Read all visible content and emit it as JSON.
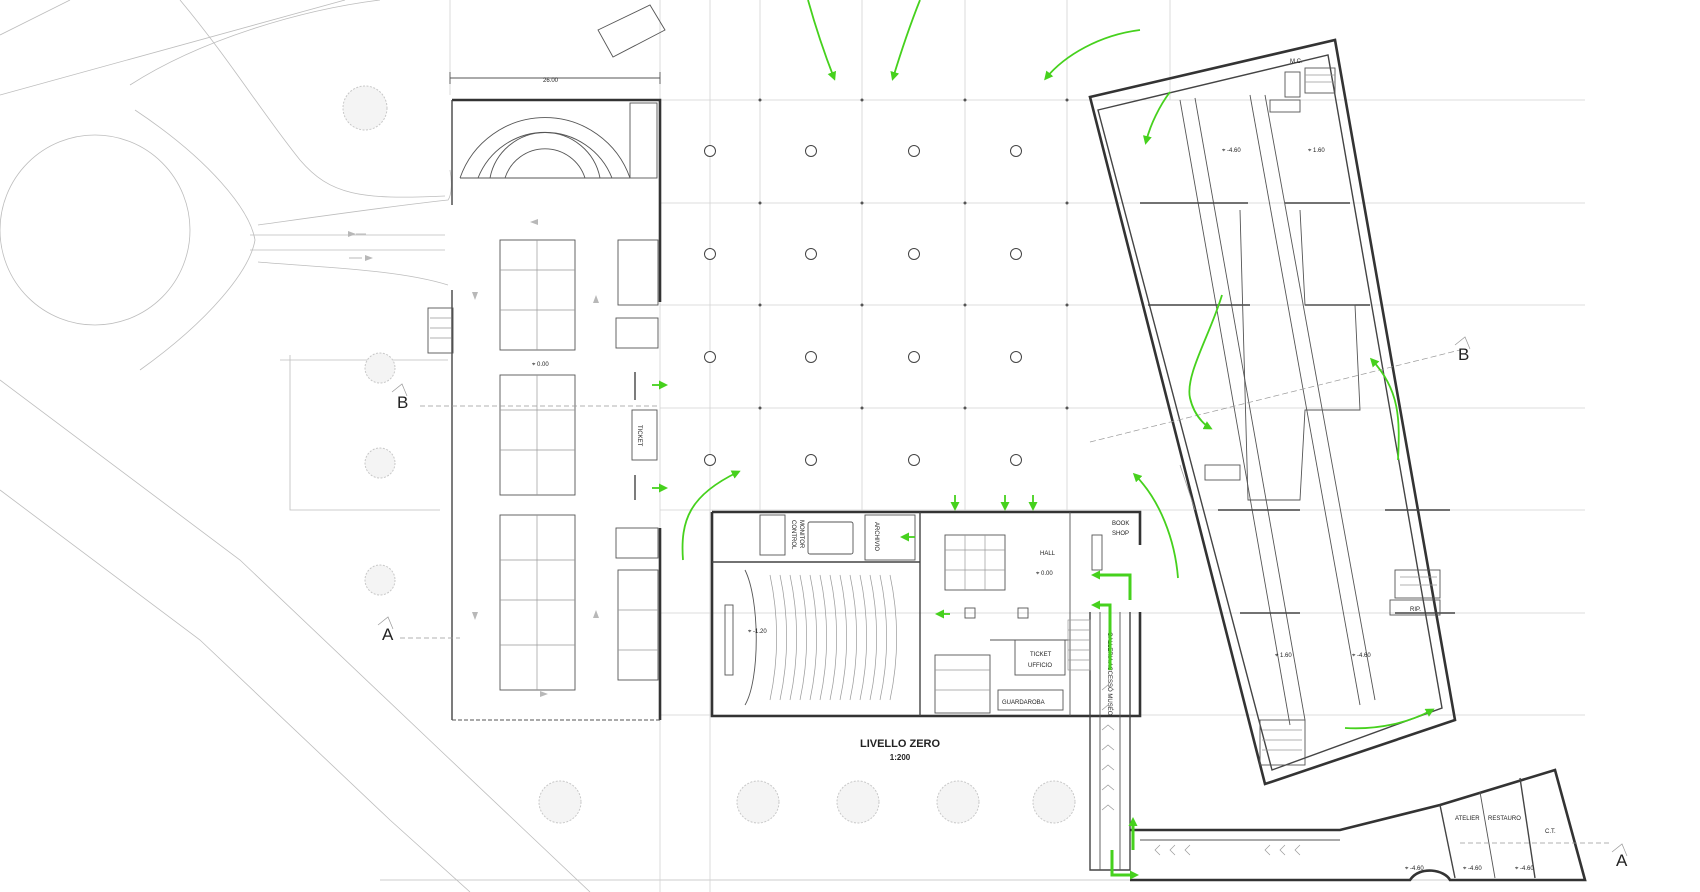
{
  "drawing": {
    "title": "LIVELLO ZERO",
    "scale": "1:200",
    "dimension": "26.00"
  },
  "section_marks": {
    "b_left": "B",
    "b_right": "B",
    "a_left": "A",
    "a_right": "A"
  },
  "rooms": {
    "ticket_parking": "TICKET",
    "monitor_control": "MONITOR CONTROL",
    "archivio": "ARCHIVIO",
    "hall": "HALL",
    "book_shop_1": "BOOK",
    "book_shop_2": "SHOP",
    "ticket": "TICKET",
    "ufficio": "UFFICIO",
    "guardaroba": "GUARDAROBA",
    "galleria": "GALLERIA ACCESSO MUSEO",
    "mc": "M.C.",
    "rip": "RIP.",
    "atelier": "ATELIER",
    "restauro": "RESTAURO",
    "ct": "C.T."
  },
  "levels": {
    "parking": "0.00",
    "hall": "0.00",
    "auditorium": "-1.20",
    "museum_nw": "-4.60",
    "museum_ne": "1.60",
    "museum_sw": "1.60",
    "museum_se": "-4.60",
    "atelier_1": "-4.60",
    "atelier_2": "-4.60",
    "atelier_3": "-4.60"
  },
  "colors": {
    "circulation_arrows": "#46d11d",
    "walls": "#333333",
    "site_lines": "#bdbdbd"
  }
}
